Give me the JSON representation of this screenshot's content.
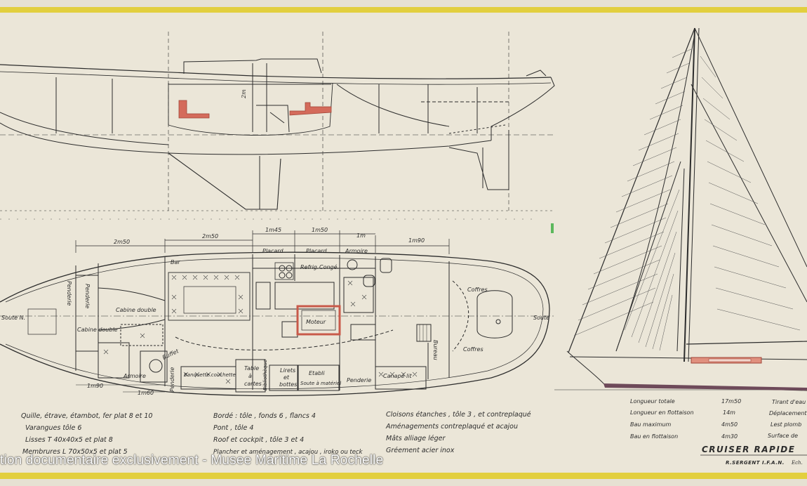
{
  "colors": {
    "paper": "#ebe6d8",
    "border": "#e2cf3e",
    "ink": "#2c2c2c",
    "red": "#c85a4a",
    "hull_band": "#6e4a5a",
    "green_mark": "#5cb85c"
  },
  "profile": {
    "height_label": "2m"
  },
  "dims_top": {
    "d1": "2m50",
    "d2": "2m50",
    "d3": "1m45",
    "d4": "1m50",
    "d5": "1m",
    "d6": "1m90"
  },
  "dims_bottom": {
    "d1": "1m90",
    "d2": "1m60"
  },
  "plan_labels": {
    "placard1": "Placard",
    "placard2": "Placard",
    "armoire1": "Armoire",
    "bar": "Bar",
    "penderie1": "Penderie",
    "penderie2": "Penderie",
    "cabine1": "Cabine double",
    "cabine2": "Cabine double",
    "refrig": "Refrig.",
    "conge": "Congé.",
    "coffres1": "Coffres",
    "coffres2": "Coffres",
    "moteur": "Moteur",
    "soute1": "Soute",
    "soute2": "Soute N.",
    "buffet": "Buffet",
    "armoire2": "Armoire",
    "penderie3": "Penderie",
    "banquette": "Banquette couchette",
    "table1": "Table",
    "table2": "à",
    "table3": "cartes",
    "bibliotheque": "Bibliothèque",
    "lirets1": "Lirets",
    "lirets2": "et",
    "lirets3": "bottes",
    "etabli1": "Etabli",
    "etabli2": "Soute à matériel",
    "penderie4": "Penderie",
    "canape": "Canapé lit",
    "bureau": "Bureau"
  },
  "notes_col1": [
    "Quille, étrave, étambot, fer plat 8 et 10",
    "Varangues tôle 6",
    "Lisses T 40x40x5 et plat 8",
    "Membrures L 70x50x5 et plat 5"
  ],
  "notes_col2": [
    "Bordé : tôle , fonds 6 , flancs 4",
    "Pont , tôle 4",
    "Roof et cockpit , tôle 3 et 4",
    "Plancher et aménagement , acajou , iroko ou teck"
  ],
  "notes_col3": [
    "Cloisons étanches , tôle 3 , et contreplaqué",
    "Aménagements contreplaqué et acajou",
    "Mâts alliage léger",
    "Gréement acier inox"
  ],
  "specs": [
    {
      "label": "Longueur totale",
      "value": "17m50"
    },
    {
      "label": "Longueur en flottaison",
      "value": "14m"
    },
    {
      "label": "Bau maximum",
      "value": "4m50"
    },
    {
      "label": "Bau en flottaison",
      "value": "4m30"
    }
  ],
  "specs_right": [
    "Tirant d'eau",
    "Déplacement",
    "Lest plomb",
    "Surface de"
  ],
  "title": "CRUISER RAPIDE",
  "designer": "R.SERGENT I.F.A.N.",
  "scale_label": "Ech.",
  "watermark": "tion documentaire exclusivement - Musee Maritime La Rochelle"
}
